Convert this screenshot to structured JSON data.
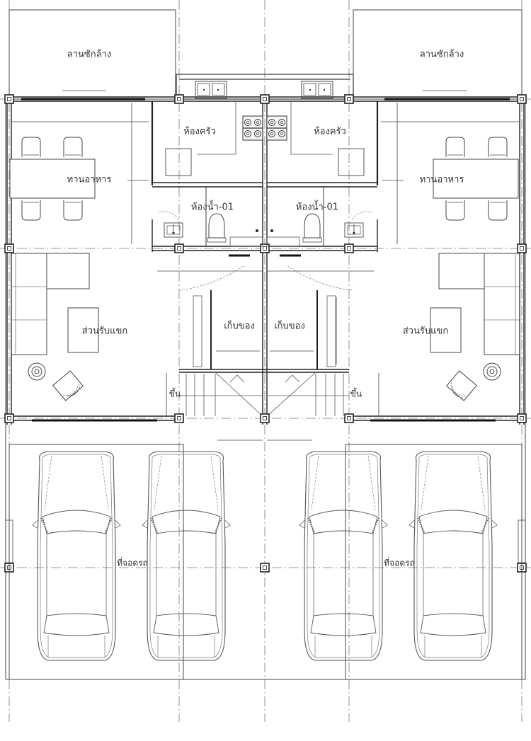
{
  "drawing": {
    "type": "architectural-floor-plan",
    "description": "Ground floor plan of a twin (semi-detached) house, mirrored left/right",
    "line_color": "#333333",
    "grid_color": "#555555",
    "background": "#ffffff"
  },
  "units": {
    "left": {
      "laundry_yard": "ลานซักล้าง",
      "kitchen": "ห้องครัว",
      "dining": "ทานอาหาร",
      "bathroom": "ห้องน้ำ-01",
      "storage": "เก็บของ",
      "living": "ส่วนรับแขก",
      "stair_up": "ขึ้น",
      "parking": "ที่จอดรถ"
    },
    "right": {
      "laundry_yard": "ลานซักล้าง",
      "kitchen": "ห้องครัว",
      "dining": "ทานอาหาร",
      "bathroom": "ห้องน้ำ-01",
      "storage": "เก็บของ",
      "living": "ส่วนรับแขก",
      "stair_up": "ขึ้น",
      "parking": "ที่จอดรถ"
    }
  },
  "furniture": {
    "cars_count": 4,
    "dining_chairs_per_unit": 4
  }
}
